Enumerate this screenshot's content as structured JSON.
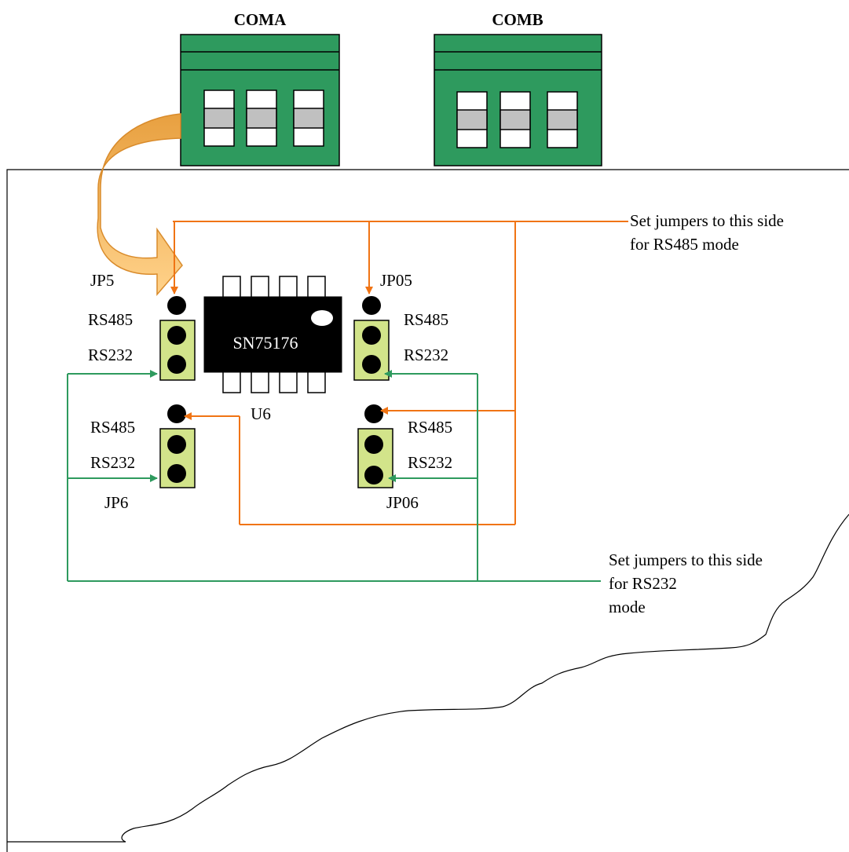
{
  "connectors": [
    {
      "name": "COMA"
    },
    {
      "name": "COMB"
    }
  ],
  "chip": {
    "part": "SN75176",
    "ref": "U6"
  },
  "jumpers": {
    "jp5": {
      "name": "JP5",
      "top": "RS485",
      "bottom": "RS232"
    },
    "jp05": {
      "name": "JP05",
      "top": "RS485",
      "bottom": "RS232"
    },
    "jp6": {
      "name": "JP6",
      "top": "RS485",
      "bottom": "RS232"
    },
    "jp06": {
      "name": "JP06",
      "top": "RS485",
      "bottom": "RS232"
    }
  },
  "notes": {
    "rs485": [
      "Set jumpers to this side",
      "for RS485 mode"
    ],
    "rs232": [
      "Set jumpers to this side",
      "for RS232",
      "mode"
    ]
  },
  "colors": {
    "connector_green": "#2e9a5e",
    "jumper_green": "#d2e48a",
    "rs485_line": "#f07414",
    "rs232_line": "#2e9a5e",
    "chip": "#000000",
    "arrow_fill": "#ffcc80",
    "arrow_edge": "#e0a040"
  }
}
